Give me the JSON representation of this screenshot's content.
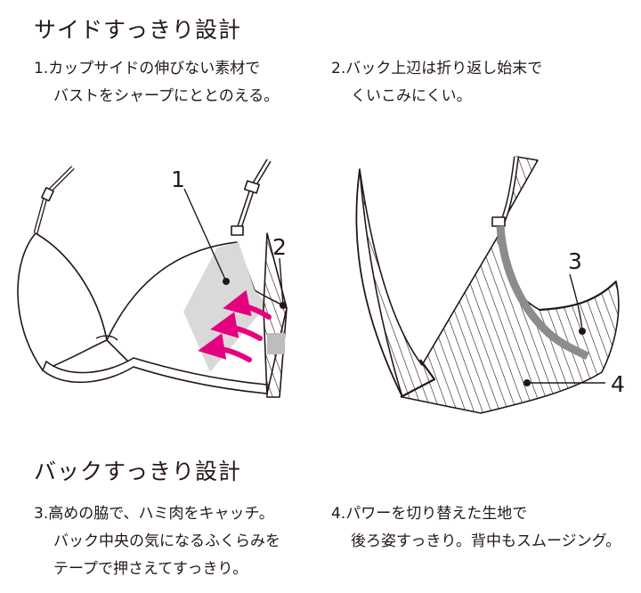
{
  "side_section": {
    "title": "サイドすっきり設計",
    "points": [
      {
        "line1": "1.カップサイドの伸びない素材で",
        "line2": "バストをシャープにととのえる。"
      },
      {
        "line1": "2.バック上辺は折り返し始末で",
        "line2": "くいこみにくい。"
      }
    ]
  },
  "callouts": {
    "c1": "1",
    "c2": "2",
    "c3": "3",
    "c4": "4"
  },
  "back_section": {
    "title": "バックすっきり設計",
    "points": [
      {
        "line1": "3.高めの脇で、ハミ肉をキャッチ。",
        "line2": "バック中央の気になるふくらみを",
        "line3": "テープで押さえてすっきり。"
      },
      {
        "line1": "4.パワーを切り替えた生地で",
        "line2": "後ろ姿すっきり。背中もスムージング。"
      }
    ]
  },
  "colors": {
    "ink": "#231815",
    "accent_arrow": "#e4007f",
    "side_panel": "#d9d9d9"
  }
}
